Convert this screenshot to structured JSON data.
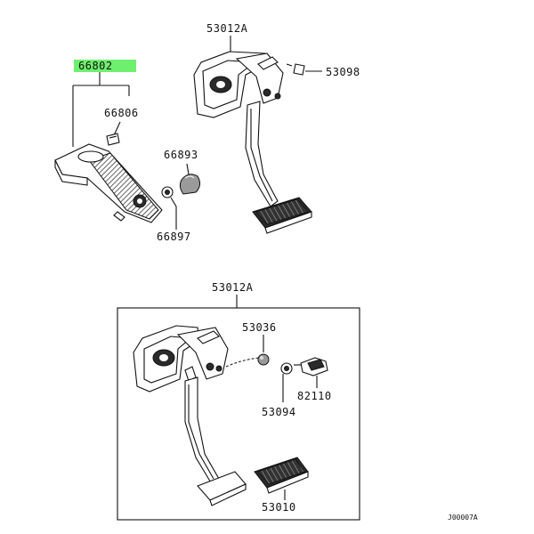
{
  "diagram": {
    "parts": {
      "top_assembly": "53012A",
      "stopper_bolt": "53098",
      "pad_assembly": "66802",
      "pad_bolt": "66806",
      "pad_cushion": "66893",
      "pad_nut": "66897",
      "box_assembly": "53012A",
      "box_stopper": "53036",
      "box_bushing": "53094",
      "box_switch": "82110",
      "box_pedal_pad": "53010"
    },
    "highlighted_part": "66802",
    "highlight_color": "#6ef06e",
    "figure_code": "J00007A"
  }
}
